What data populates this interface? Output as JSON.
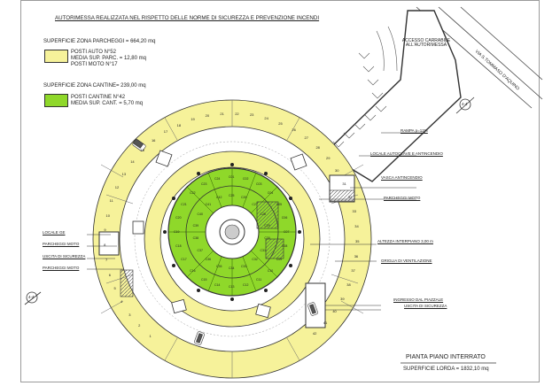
{
  "header": {
    "title": "AUTORIMESSA REALIZZATA NEL RISPETTO DELLE NORME DI SICUREZZA E PREVENZIONE INCENDI"
  },
  "legend": {
    "parking_surface": "SUPERFICIE ZONA PARCHEGGI = 664,20 mq",
    "parking_lines": [
      "POSTI AUTO N°52",
      "MEDIA SUP. PARC. = 12,80 mq",
      "POSTI MOTO N°17"
    ],
    "cellar_surface": "SUPERFICIE ZONA CANTINE= 239,00 mq",
    "cellar_lines": [
      "POSTI CANTINE N°42",
      "MEDIA SUP. CANT. = 5,70 mq"
    ],
    "colors": {
      "parking": "#f6f29a",
      "cellar": "#8fd82a"
    }
  },
  "street": {
    "name": "VIA S.TOMMASO D'AQUINO",
    "access": "ACCESSO CARRABILE ALL'AUTORIMESSA"
  },
  "section_marks": [
    "4-4",
    "4-4"
  ],
  "labels_left": [
    "LOCALE GE",
    "PARCHEGGI MOTO",
    "USCITA DI SICUREZZA",
    "PARCHEGGI MOTO"
  ],
  "labels_right": [
    "RAMPA p=12%",
    "LOCALE AUTOCLAVE E ANTINCENDIO",
    "VASCA ANTINCENDIO",
    "PARCHEGGI MOTO",
    "ALTEZZA INTERPIANO 3,00 m",
    "GRIGLIA DI VENTILAZIONE",
    "INGRESSO DAL PIAZZALE",
    "USCITA DI SICUREZZA"
  ],
  "footer": {
    "plan_title": "PIANTA PIANO INTERRATO",
    "gross_area": "SUPERFICIE LORDA = 1832,10 mq"
  },
  "plan_numbers": {
    "outer_ring": [
      "1",
      "2",
      "3",
      "4",
      "5",
      "6",
      "7",
      "8",
      "9",
      "10",
      "11",
      "12",
      "13",
      "14",
      "15",
      "16",
      "17",
      "18",
      "19",
      "20",
      "21",
      "22",
      "23",
      "24",
      "25",
      "26",
      "27",
      "28",
      "29",
      "30",
      "31",
      "32",
      "33",
      "34",
      "35",
      "36",
      "37",
      "38",
      "39",
      "40",
      "41",
      "42"
    ],
    "cellars": [
      "C01",
      "C02",
      "C03",
      "C04",
      "C05",
      "C06",
      "C07",
      "C08",
      "C09",
      "C10",
      "C11",
      "C12",
      "C13",
      "C14",
      "C15",
      "C16",
      "C17",
      "C18",
      "C19",
      "C20",
      "C21",
      "C22",
      "C23",
      "C24",
      "C25",
      "C26",
      "C27",
      "C28",
      "C29",
      "C30",
      "C31",
      "C32",
      "C33",
      "C34",
      "C35",
      "C36",
      "C37",
      "C38",
      "C39",
      "C40",
      "C41",
      "C42"
    ]
  }
}
